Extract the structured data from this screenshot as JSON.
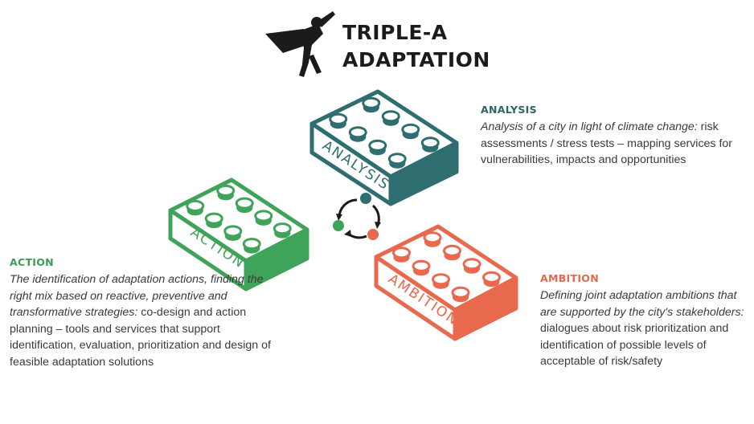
{
  "title": {
    "line1": "TRIPLE-A",
    "line2": "ADAPTATION"
  },
  "colors": {
    "analysis": "#2f6e70",
    "action": "#3fa45a",
    "ambition": "#e8694d",
    "title": "#1b1b1b"
  },
  "icons": {
    "hero": "superhero-icon",
    "cycle": "cycle-arrows-icon"
  },
  "bricks": {
    "analysis": "ANALYSIS",
    "action": "ACTION",
    "ambition": "AMBITION"
  },
  "analysis": {
    "heading": "ANALYSIS",
    "italic": "Analysis of a city in light of climate change:",
    "text": " risk assessments / stress tests – mapping services for vulnerabilities, impacts and opportunities"
  },
  "action": {
    "heading": "ACTION",
    "italic": "The identification of adaptation actions, finding the right mix based on reactive, preventive and transformative strategies:",
    "text": " co-design and action planning – tools and services that support identification, evaluation, prioritization and design of feasible adaptation solutions"
  },
  "ambition": {
    "heading": "AMBITION",
    "italic": "Defining joint adaptation ambitions that are supported by the city's stakeholders:",
    "text": " dialogues about risk prioritization and identification of possible levels of acceptable of risk/safety"
  }
}
